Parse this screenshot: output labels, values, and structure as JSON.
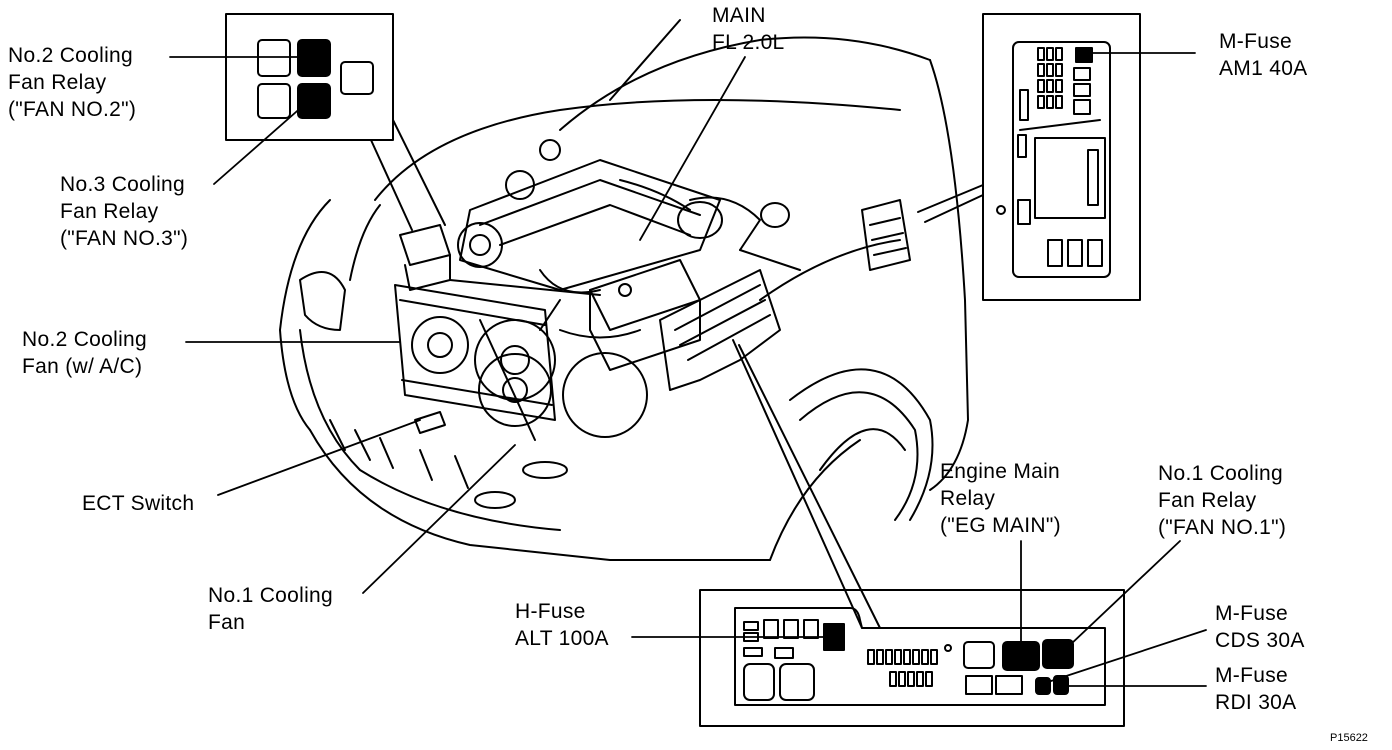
{
  "labels": {
    "fan2_relay": [
      "No.2 Cooling",
      "Fan Relay",
      "(\"FAN NO.2\")"
    ],
    "fan3_relay": [
      "No.3 Cooling",
      "Fan Relay",
      "(\"FAN NO.3\")"
    ],
    "fan2": [
      "No.2 Cooling",
      "Fan (w/  A/C)"
    ],
    "ect_switch": [
      "ECT Switch"
    ],
    "fan1": [
      "No.1 Cooling",
      "Fan"
    ],
    "main_fl": [
      "MAIN",
      "FL 2.0L"
    ],
    "am1_fuse": [
      "M-Fuse",
      "AM1 40A"
    ],
    "eg_main_relay": [
      "Engine Main",
      "Relay",
      "(\"EG MAIN\")"
    ],
    "fan1_relay": [
      "No.1 Cooling",
      "Fan Relay",
      "(\"FAN NO.1\")"
    ],
    "alt_fuse": [
      "H-Fuse",
      "ALT 100A"
    ],
    "cds_fuse": [
      "M-Fuse",
      "CDS 30A"
    ],
    "rdi_fuse": [
      "M-Fuse",
      "RDI 30A"
    ]
  },
  "figure_code": "P15622",
  "colors": {
    "ink": "#000000",
    "paper": "#ffffff"
  }
}
